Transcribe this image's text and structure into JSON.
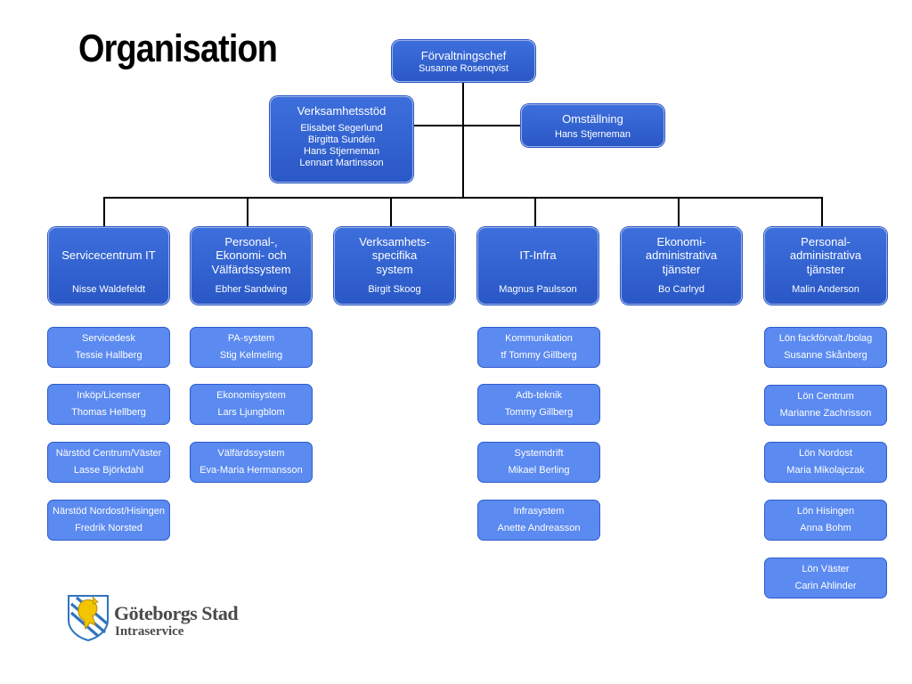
{
  "title": "Organisation",
  "top": {
    "title": "Förvaltningschef",
    "name": "Susanne Rosenqvist"
  },
  "staff_left": {
    "title": "Verksamhetsstöd",
    "names": [
      "Elisabet Segerlund",
      "Birgitta Sundén",
      "Hans Stjerneman",
      "Lennart Martinsson"
    ]
  },
  "staff_right": {
    "title": "Omställning",
    "name": "Hans Stjerneman"
  },
  "departments": [
    {
      "title": "Servicecentrum IT",
      "name": "Nisse Waldefeldt",
      "units": [
        {
          "title": "Servicedesk",
          "name": "Tessie Hallberg"
        },
        {
          "title": "Inköp/Licenser",
          "name": "Thomas Hellberg"
        },
        {
          "title": "Närstöd Centrum/Väster",
          "name": "Lasse Björkdahl"
        },
        {
          "title": "Närstöd Nordost/Hisingen",
          "name": "Fredrik Norsted"
        }
      ]
    },
    {
      "title": "Personal-,\nEkonomi- och\nVälfärdssystem",
      "name": "Ebher Sandwing",
      "units": [
        {
          "title": "PA-system",
          "name": "Stig Kelmeling"
        },
        {
          "title": "Ekonomisystem",
          "name": "Lars Ljungblom"
        },
        {
          "title": "Välfärdssystem",
          "name": "Eva-Maria Hermansson"
        }
      ]
    },
    {
      "title": "Verksamhets-\nspecifika\nsystem",
      "name": "Birgit Skoog",
      "units": []
    },
    {
      "title": "IT-Infra",
      "name": "Magnus Paulsson",
      "units": [
        {
          "title": "Kommunikation",
          "name": "tf Tommy Gillberg"
        },
        {
          "title": "Adb-teknik",
          "name": "Tommy Gillberg"
        },
        {
          "title": "Systemdrift",
          "name": "Mikael Berling"
        },
        {
          "title": "Infrasystem",
          "name": "Anette Andreasson"
        }
      ]
    },
    {
      "title": "Ekonomi-\nadministrativa\ntjänster",
      "name": "Bo Carlryd",
      "units": []
    },
    {
      "title": "Personal-\nadministrativa\ntjänster",
      "name": "Malin Anderson",
      "units": [
        {
          "title": "Lön fackförvalt./bolag",
          "name": "Susanne Skånberg"
        },
        {
          "title": "Lön Centrum",
          "name": "Marianne Zachrisson"
        },
        {
          "title": "Lön Nordost",
          "name": "Maria Mikolajczak"
        },
        {
          "title": "Lön Hisingen",
          "name": "Anna Bohm"
        },
        {
          "title": "Lön Väster",
          "name": "Carin Ahlinder"
        }
      ]
    }
  ],
  "logo": {
    "name": "Göteborgs Stad",
    "unit": "Intraservice",
    "colors": {
      "blue": "#2f74c0",
      "yellow": "#f2c500"
    }
  }
}
